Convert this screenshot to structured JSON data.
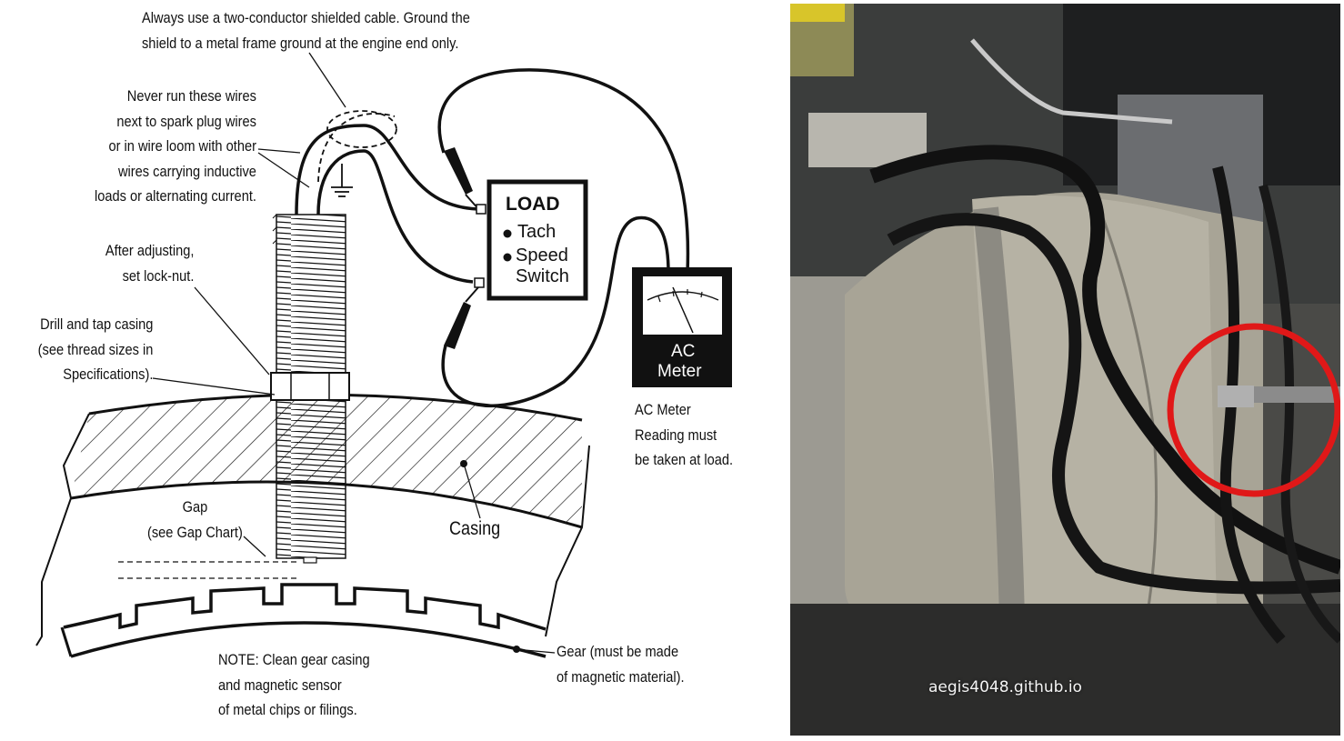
{
  "diagram": {
    "note_cable": "Always use a two-conductor shielded cable. Ground the\nshield to a metal frame ground at the engine end only.",
    "note_spark": "Never run these wires\nnext to spark plug wires\nor in wire loom with other\nwires carrying inductive\nloads or alternating current.",
    "note_locknut": "After adjusting,\nset lock-nut.",
    "note_drill": "Drill and tap casing\n(see thread sizes in\nSpecifications).",
    "note_gap": "Gap\n(see Gap Chart)",
    "label_casing": "Casing",
    "note_clean": "NOTE: Clean gear casing\nand magnetic sensor\nof metal chips or filings.",
    "note_gear": "Gear (must be made\nof magnetic material).",
    "load_box": {
      "title": "LOAD",
      "item1": "Tach",
      "item2_line1": "Speed",
      "item2_line2": "Switch"
    },
    "meter_box": {
      "line1": "AC",
      "line2": "Meter"
    },
    "note_meter": "AC Meter\nReading must\nbe taken at load."
  },
  "photo": {
    "watermark": "aegis4048.github.io",
    "highlight_color": "#e01818"
  }
}
